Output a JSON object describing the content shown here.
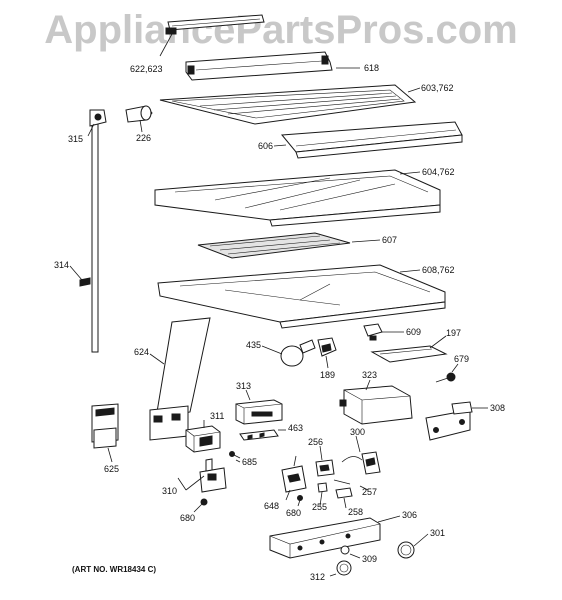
{
  "watermark": "AppliancePartsPros.com",
  "art_number": "(ART NO. WR18434 C)",
  "parts": [
    {
      "id": "p622",
      "label": "622,623"
    },
    {
      "id": "p618",
      "label": "618"
    },
    {
      "id": "p603",
      "label": "603,762"
    },
    {
      "id": "p315",
      "label": "315"
    },
    {
      "id": "p226",
      "label": "226"
    },
    {
      "id": "p606",
      "label": "606"
    },
    {
      "id": "p604",
      "label": "604,762"
    },
    {
      "id": "p607",
      "label": "607"
    },
    {
      "id": "p314",
      "label": "314"
    },
    {
      "id": "p608",
      "label": "608,762"
    },
    {
      "id": "p609",
      "label": "609"
    },
    {
      "id": "p197",
      "label": "197"
    },
    {
      "id": "p624",
      "label": "624"
    },
    {
      "id": "p435",
      "label": "435"
    },
    {
      "id": "p189",
      "label": "189"
    },
    {
      "id": "p679",
      "label": "679"
    },
    {
      "id": "p313",
      "label": "313"
    },
    {
      "id": "p323",
      "label": "323"
    },
    {
      "id": "p308",
      "label": "308"
    },
    {
      "id": "p311",
      "label": "311"
    },
    {
      "id": "p463",
      "label": "463"
    },
    {
      "id": "p300",
      "label": "300"
    },
    {
      "id": "p256",
      "label": "256"
    },
    {
      "id": "p685",
      "label": "685"
    },
    {
      "id": "p625",
      "label": "625"
    },
    {
      "id": "p310",
      "label": "310"
    },
    {
      "id": "p648",
      "label": "648"
    },
    {
      "id": "p680a",
      "label": "680"
    },
    {
      "id": "p255",
      "label": "255"
    },
    {
      "id": "p257",
      "label": "257"
    },
    {
      "id": "p258",
      "label": "258"
    },
    {
      "id": "p306",
      "label": "306"
    },
    {
      "id": "p680b",
      "label": "680"
    },
    {
      "id": "p301",
      "label": "301"
    },
    {
      "id": "p309",
      "label": "309"
    },
    {
      "id": "p312",
      "label": "312"
    }
  ]
}
